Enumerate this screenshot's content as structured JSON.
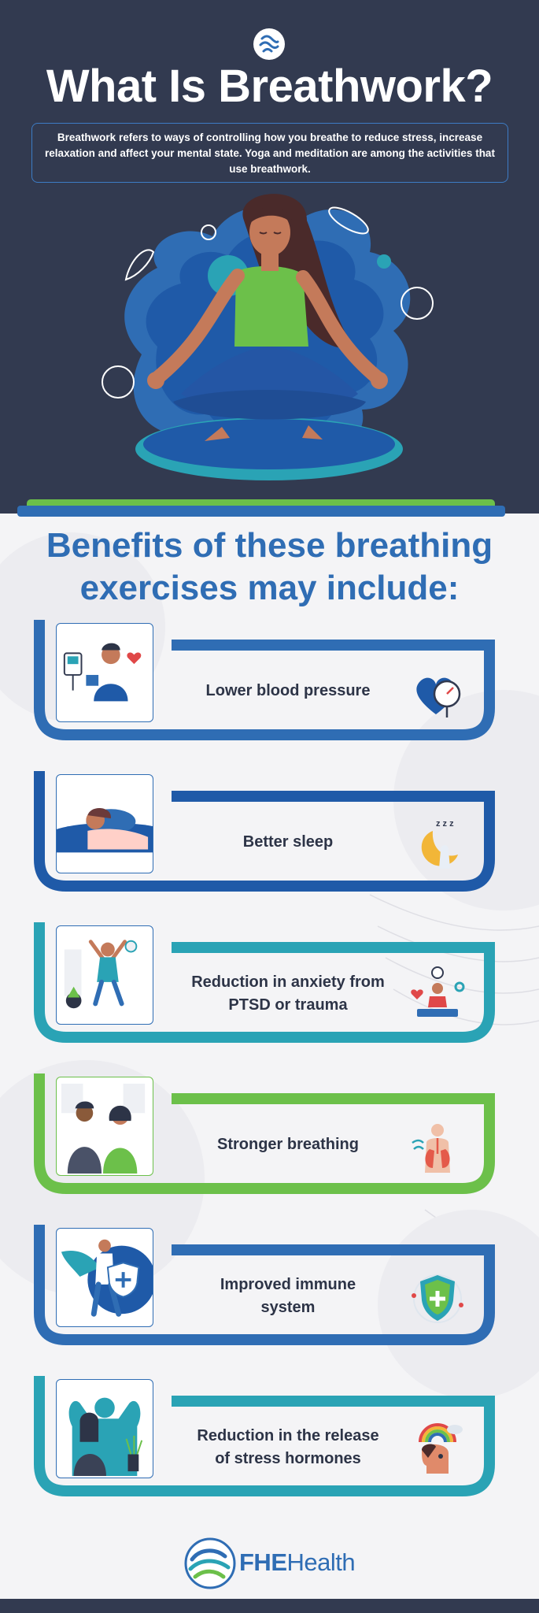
{
  "hero": {
    "title": "What Is Breathwork?",
    "intro": "Breathwork refers to ways of controlling how you breathe to reduce stress, increase relaxation and affect your mental state. Yoga and meditation are among the activities that use breathwork."
  },
  "benefits": {
    "heading_line1": "Benefits of these breathing",
    "heading_line2": "exercises may include:",
    "items": [
      {
        "label_line1": "Lower blood pressure",
        "label_line2": "",
        "color": "#2f6db4",
        "icon": "heart-pressure-gauge-icon"
      },
      {
        "label_line1": "Better sleep",
        "label_line2": "",
        "color": "#1f5aa8",
        "icon": "moon-sleep-icon"
      },
      {
        "label_line1": "Reduction in anxiety from",
        "label_line2": "PTSD or trauma",
        "color": "#2aa3b5",
        "icon": "meditation-wellness-icon"
      },
      {
        "label_line1": "Stronger breathing",
        "label_line2": "",
        "color": "#6cc04a",
        "icon": "lungs-icon"
      },
      {
        "label_line1": "Improved immune",
        "label_line2": "system",
        "color": "#2f6db4",
        "icon": "immune-shield-icon"
      },
      {
        "label_line1": "Reduction in the release",
        "label_line2": "of stress hormones",
        "color": "#2aa3b5",
        "icon": "mind-rainbow-icon"
      }
    ]
  },
  "footer": {
    "brand_bold": "FHE",
    "brand_light": "Health"
  },
  "colors": {
    "navy": "#323a50",
    "blue": "#2f6db4",
    "teal": "#2aa3b5",
    "green": "#6cc04a",
    "text_dark": "#2d3447"
  }
}
